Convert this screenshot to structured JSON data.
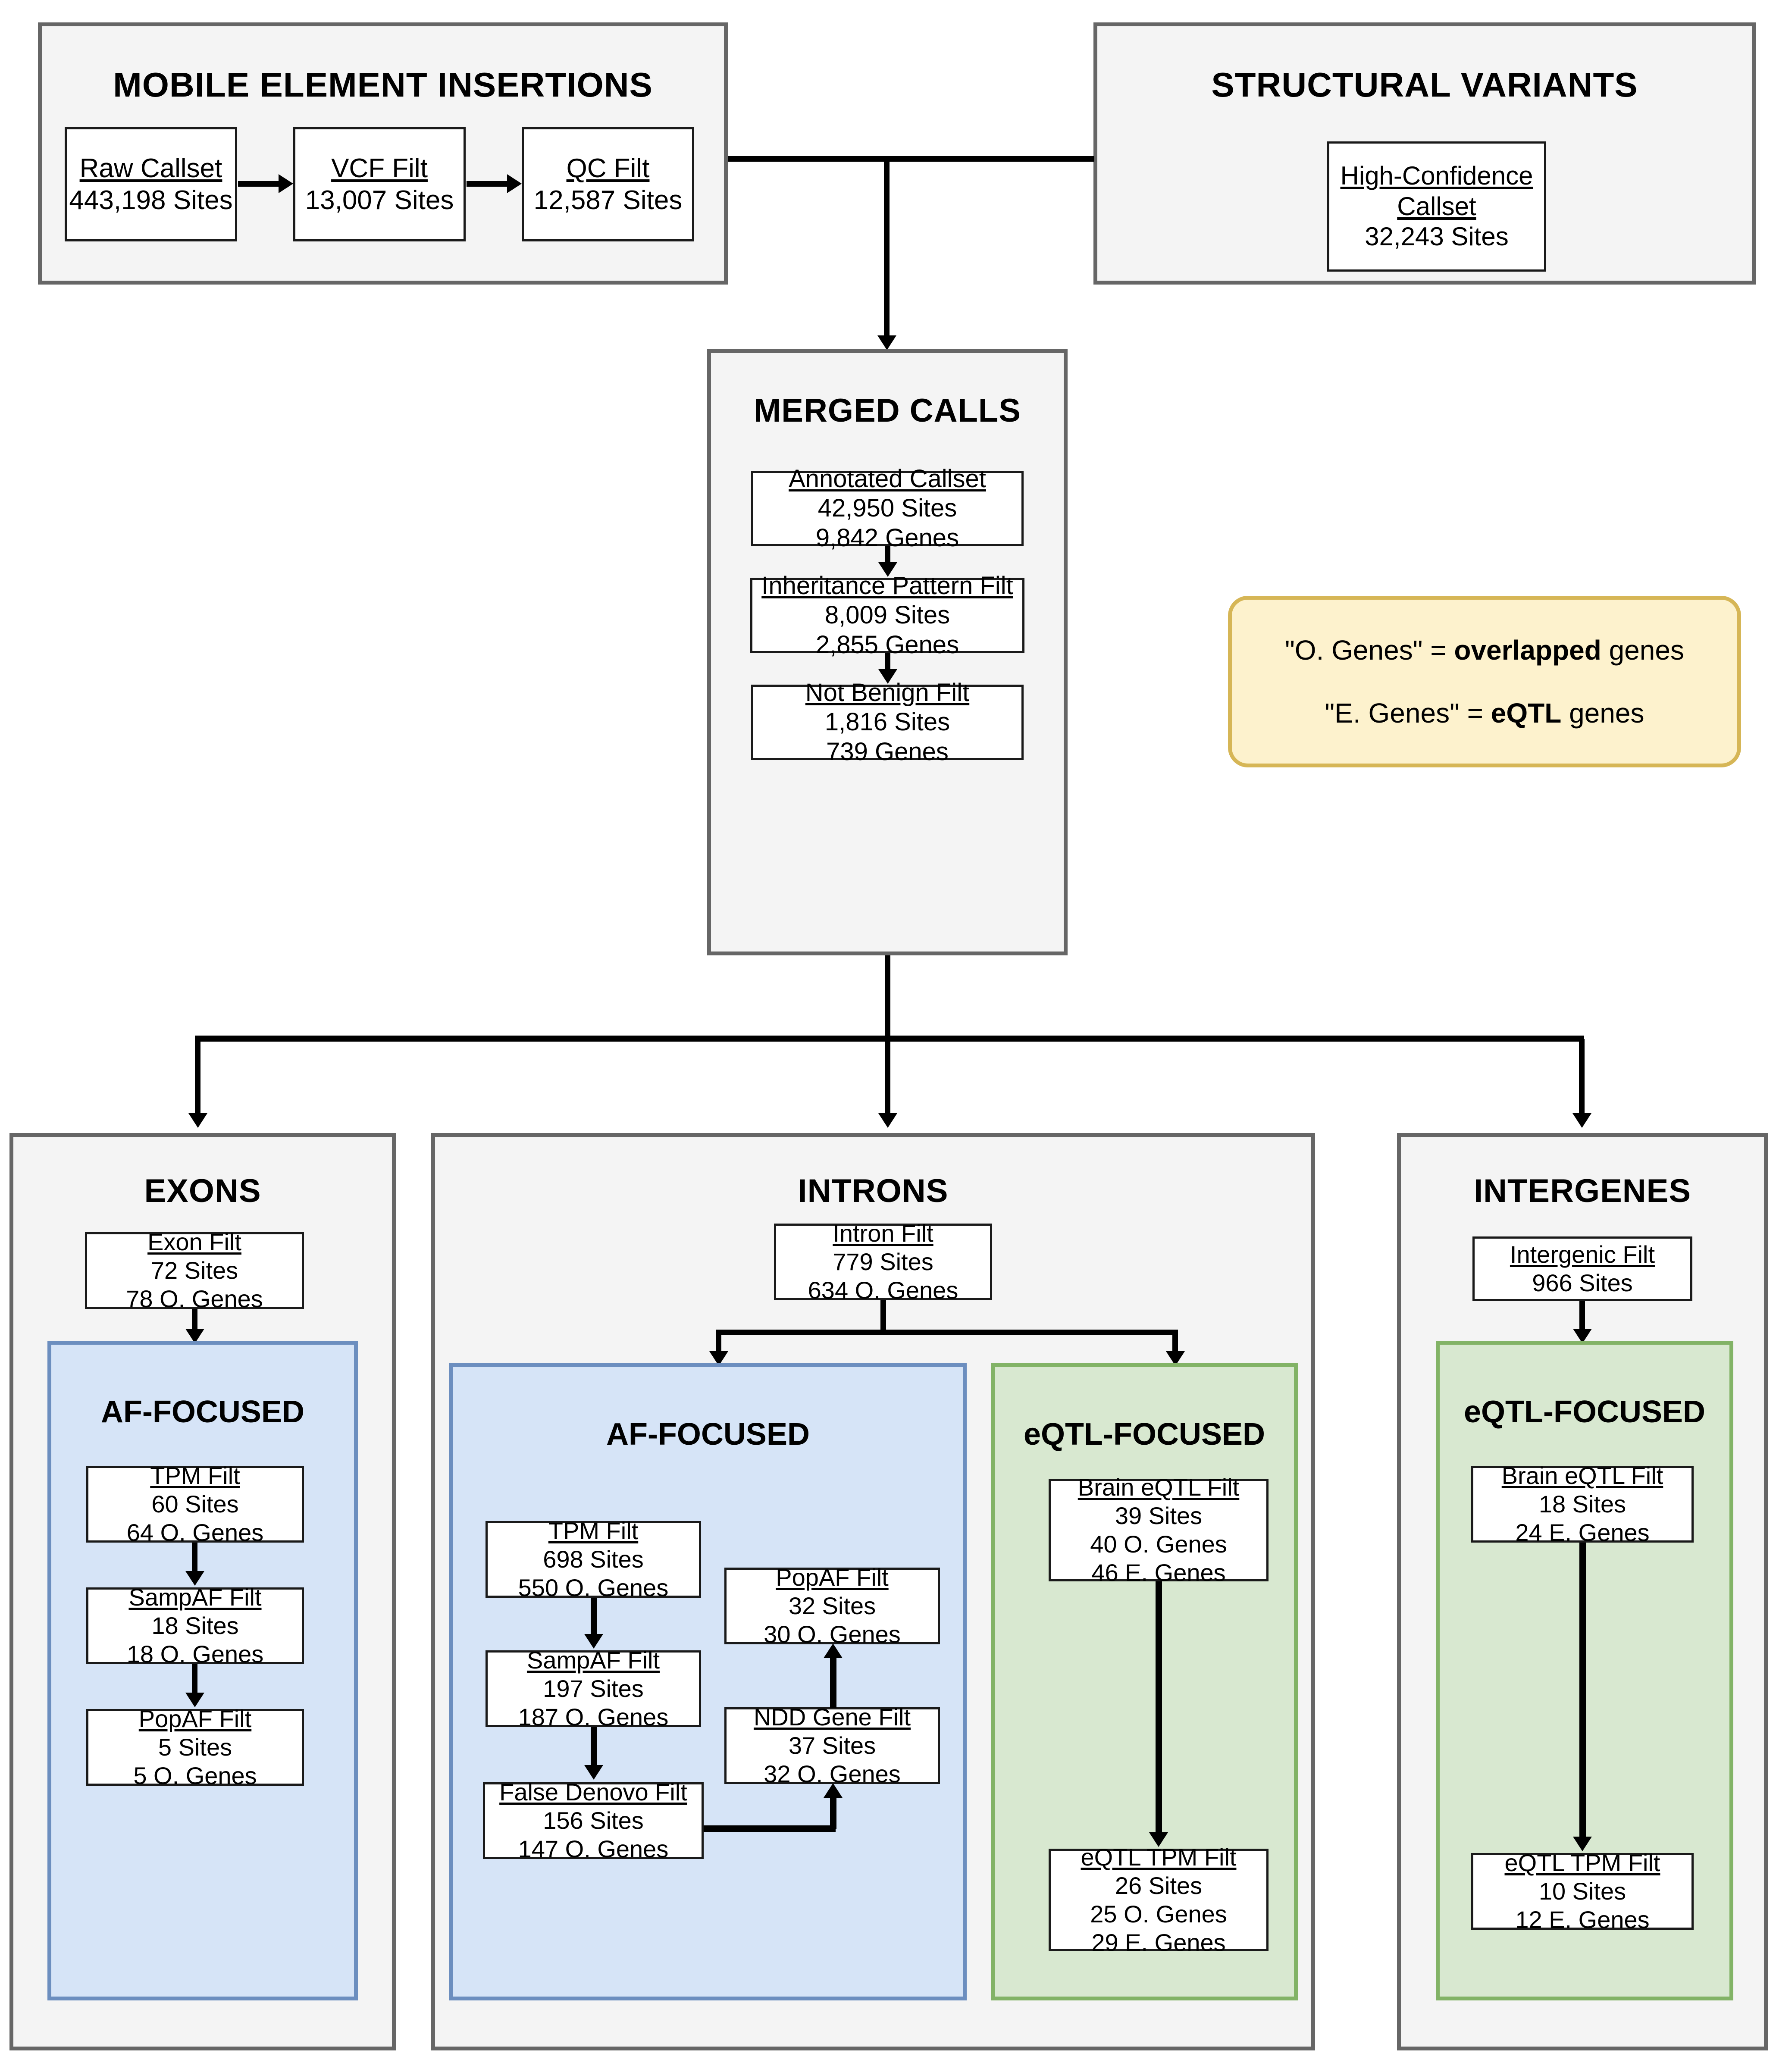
{
  "diagram": {
    "title": "Mobile element insertion and structural variant filtering flowchart"
  },
  "panels": {
    "mei": {
      "title": "MOBILE ELEMENT INSERTIONS",
      "nodes": [
        {
          "header": "Raw Callset",
          "lines": [
            "443,198 Sites"
          ]
        },
        {
          "header": "VCF Filt",
          "lines": [
            "13,007 Sites"
          ]
        },
        {
          "header": "QC Filt",
          "lines": [
            "12,587 Sites"
          ]
        }
      ]
    },
    "sv": {
      "title": "STRUCTURAL VARIANTS",
      "nodes": [
        {
          "header": "High-Confidence",
          "header2": "Callset",
          "lines": [
            "32,243 Sites"
          ]
        }
      ]
    },
    "merged": {
      "title": "MERGED CALLS",
      "nodes": [
        {
          "header": "Annotated Callset",
          "lines": [
            "42,950 Sites",
            "9,842 Genes"
          ]
        },
        {
          "header": "Inheritance Pattern Filt",
          "lines": [
            "8,009 Sites",
            "2,855 Genes"
          ]
        },
        {
          "header": "Not Benign Filt",
          "lines": [
            "1,816 Sites",
            "739 Genes"
          ]
        }
      ]
    },
    "exons": {
      "title": "EXONS",
      "entry": {
        "header": "Exon Filt",
        "lines": [
          "72 Sites",
          "78 O. Genes"
        ]
      },
      "af": {
        "title": "AF-FOCUSED",
        "nodes": [
          {
            "header": "TPM Filt",
            "lines": [
              "60 Sites",
              "64 O. Genes"
            ]
          },
          {
            "header": "SampAF Filt",
            "lines": [
              "18 Sites",
              "18 O. Genes"
            ]
          },
          {
            "header": "PopAF Filt",
            "lines": [
              "5 Sites",
              "5 O. Genes"
            ]
          }
        ]
      }
    },
    "introns": {
      "title": "INTRONS",
      "entry": {
        "header": "Intron Filt",
        "lines": [
          "779 Sites",
          "634 O. Genes"
        ]
      },
      "af": {
        "title": "AF-FOCUSED",
        "nodes": [
          {
            "header": "TPM Filt",
            "lines": [
              "698 Sites",
              "550 O. Genes"
            ]
          },
          {
            "header": "SampAF Filt",
            "lines": [
              "197 Sites",
              "187 O. Genes"
            ]
          },
          {
            "header": "False Denovo Filt",
            "lines": [
              "156 Sites",
              "147 O. Genes"
            ]
          },
          {
            "header": "NDD Gene Filt",
            "lines": [
              "37 Sites",
              "32 O. Genes"
            ]
          },
          {
            "header": "PopAF Filt",
            "lines": [
              "32 Sites",
              "30 O. Genes"
            ]
          }
        ]
      },
      "eqtl": {
        "title": "eQTL-FOCUSED",
        "nodes": [
          {
            "header": "Brain eQTL Filt",
            "lines": [
              "39 Sites",
              "40 O. Genes",
              "46 E. Genes"
            ]
          },
          {
            "header": "eQTL TPM Filt",
            "lines": [
              "26 Sites",
              "25 O. Genes",
              "29 E. Genes"
            ]
          }
        ]
      }
    },
    "intergenes": {
      "title": "INTERGENES",
      "entry": {
        "header": "Intergenic Filt",
        "lines": [
          "966 Sites"
        ]
      },
      "eqtl": {
        "title": "eQTL-FOCUSED",
        "nodes": [
          {
            "header": "Brain eQTL Filt",
            "lines": [
              "18 Sites",
              "24 E. Genes"
            ]
          },
          {
            "header": "eQTL TPM Filt",
            "lines": [
              "10 Sites",
              "12 E. Genes"
            ]
          }
        ]
      }
    }
  },
  "legend": {
    "line1_prefix": "\"O. Genes\" = ",
    "line1_bold": "overlapped",
    "line1_suffix": " genes",
    "line2_prefix": "\"E. Genes\" = ",
    "line2_bold": "eQTL",
    "line2_suffix": " genes"
  },
  "colors": {
    "panel_fill": "#f4f4f4",
    "panel_border": "#666666",
    "af_fill": "#d6e4f7",
    "af_border": "#6c8ebf",
    "eqtl_fill": "#d8e8d0",
    "eqtl_border": "#82b366",
    "legend_fill": "#fdf2cd",
    "legend_border": "#d6b656",
    "node_border": "#1a1a1a",
    "connector": "#000000"
  }
}
